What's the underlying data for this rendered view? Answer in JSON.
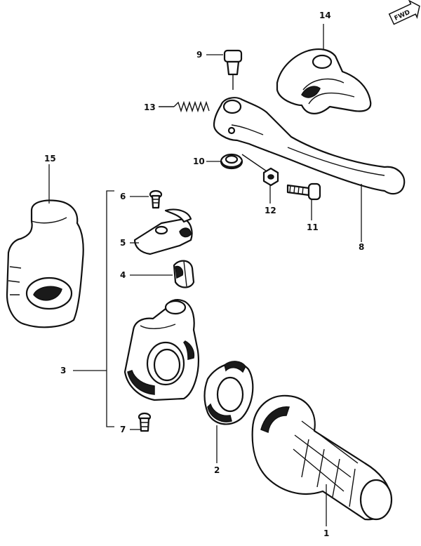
{
  "callouts": [
    {
      "id": "c1",
      "label": "1"
    },
    {
      "id": "c2",
      "label": "2"
    },
    {
      "id": "c3",
      "label": "3"
    },
    {
      "id": "c4",
      "label": "4"
    },
    {
      "id": "c5",
      "label": "5"
    },
    {
      "id": "c6",
      "label": "6"
    },
    {
      "id": "c7",
      "label": "7"
    },
    {
      "id": "c8",
      "label": "8"
    },
    {
      "id": "c9",
      "label": "9"
    },
    {
      "id": "c10",
      "label": "10"
    },
    {
      "id": "c11",
      "label": "11"
    },
    {
      "id": "c12",
      "label": "12"
    },
    {
      "id": "c13",
      "label": "13"
    },
    {
      "id": "c14",
      "label": "14"
    },
    {
      "id": "c15",
      "label": "15"
    }
  ],
  "fwd_badge": "FWD"
}
